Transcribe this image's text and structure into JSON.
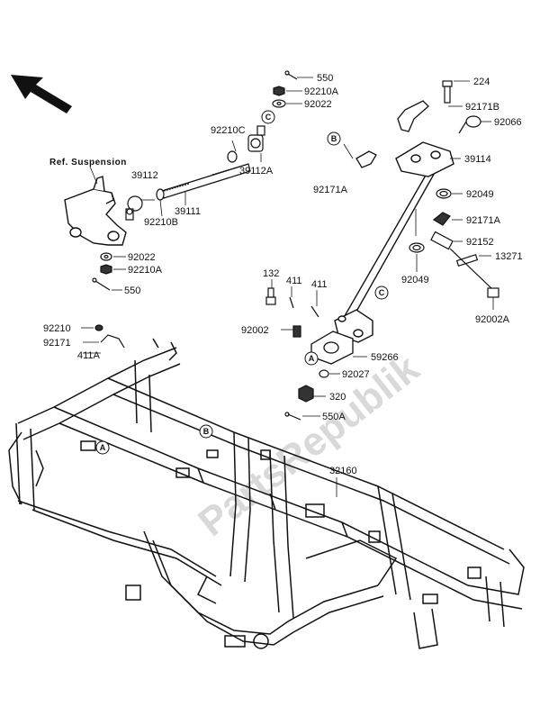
{
  "diagram": {
    "reference_label": "Ref. Suspension",
    "watermark": "PartsRepublik",
    "part_labels": {
      "p550": "550",
      "p92210A_top": "92210A",
      "p92022_top": "92022",
      "p92210C": "92210C",
      "p39112A": "39112A",
      "p39112": "39112",
      "p39111": "39111",
      "p92210B": "92210B",
      "p92022_left": "92022",
      "p92210A_left": "92210A",
      "p550_left": "550",
      "p224": "224",
      "p92171B": "92171B",
      "p92066": "92066",
      "p39114": "39114",
      "p92171A_top": "92171A",
      "p92049_top": "92049",
      "p92171A_mid": "92171A",
      "p92152": "92152",
      "p13271": "13271",
      "p92049_bot": "92049",
      "p92002A": "92002A",
      "p132": "132",
      "p411_a": "411",
      "p411_b": "411",
      "p92002": "92002",
      "p59266": "59266",
      "p92027": "92027",
      "p320": "320",
      "p550A": "550A",
      "p92210": "92210",
      "p92171": "92171",
      "p411A": "411A",
      "p32160": "32160"
    },
    "callouts": {
      "B_top": "B",
      "C_top": "C",
      "C_mid": "C",
      "A_mid": "A",
      "B_frame": "B",
      "A_frame": "A"
    }
  }
}
